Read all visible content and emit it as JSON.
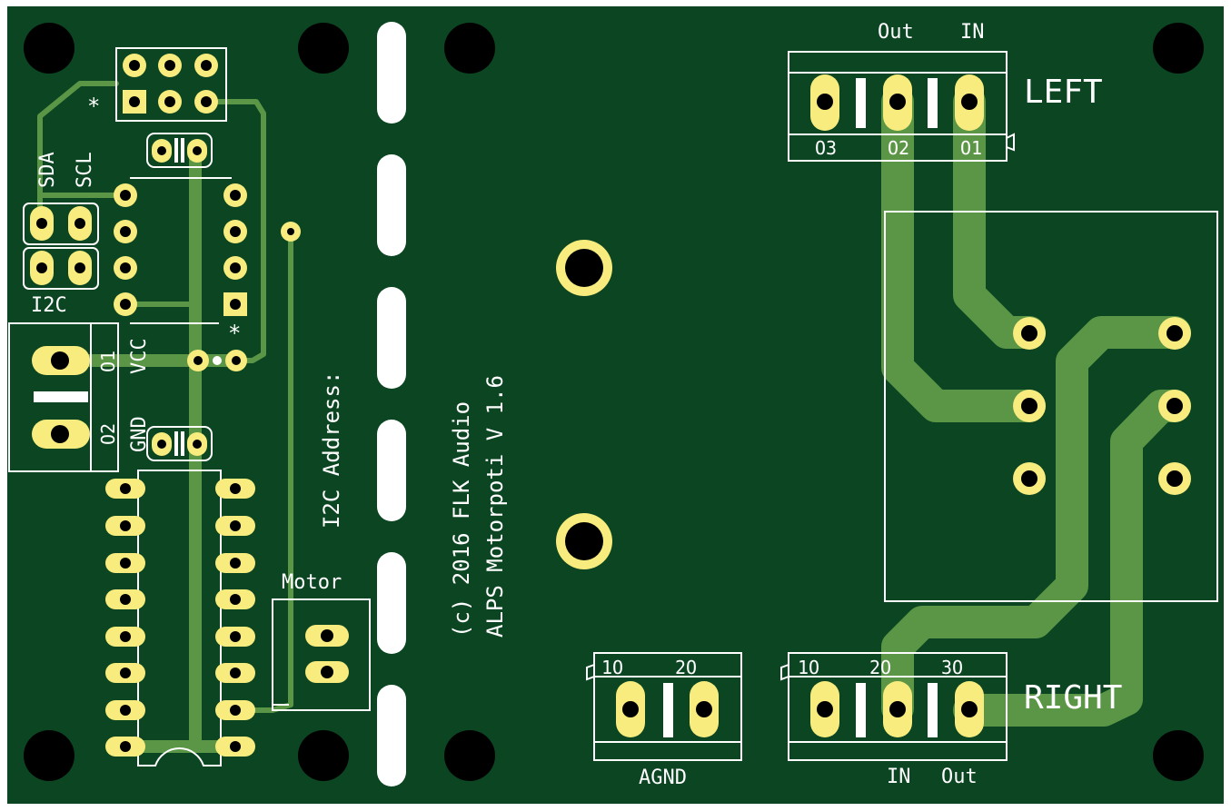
{
  "board": {
    "colors": {
      "background": "#ffffff",
      "board": "#0b4522",
      "trace": "#5a9646",
      "pad": "#f7ec7d",
      "hole": "#000000",
      "silk": "#ffffff"
    }
  },
  "silkscreen": {
    "sda": "SDA",
    "scl": "SCL",
    "i2c": "I2C",
    "vcc": "VCC",
    "gnd": "GND",
    "o1_left": "O1",
    "o2_left": "O2",
    "star1": "*",
    "star2": "*",
    "motor": "Motor",
    "i2c_address": "I2C Address:",
    "copyright": "(c) 2016 FLK Audio",
    "product": "ALPS Motorpoti V 1.6",
    "out_top": "Out",
    "in_top": "IN",
    "left": "LEFT",
    "top_pin3": "O3",
    "top_pin2": "O2",
    "top_pin1": "O1",
    "right": "RIGHT",
    "agnd": "AGND",
    "in_bottom": "IN",
    "out_bottom": "Out",
    "agnd_pin1": "1O",
    "agnd_pin2": "2O",
    "right_pin1": "1O",
    "right_pin2": "2O",
    "right_pin3": "3O"
  }
}
